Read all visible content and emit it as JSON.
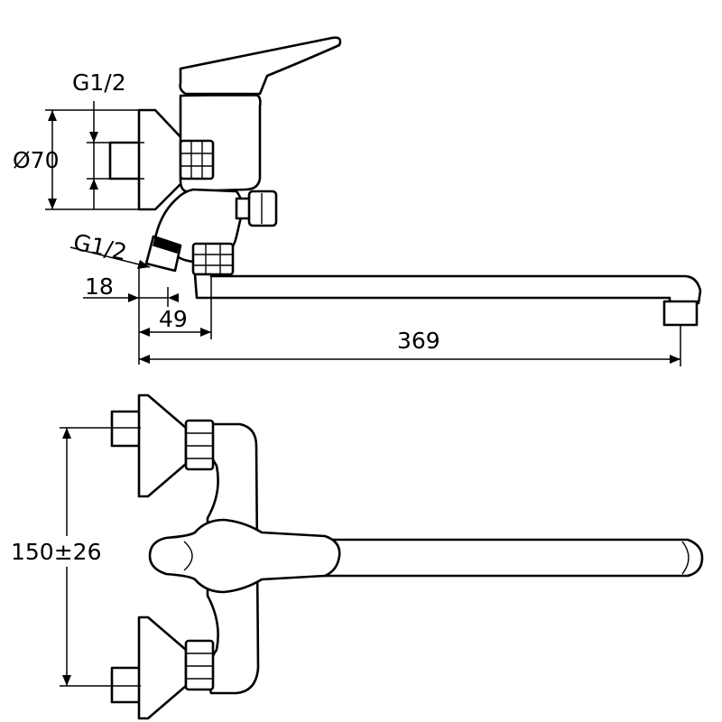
{
  "dimensions": {
    "thread_inlet": "G1/2",
    "diameter_rosette": "Ø70",
    "thread_outlet": "G1/2",
    "offset_small": "18",
    "offset_spout_base": "49",
    "spout_reach": "369",
    "inlet_spacing": "150±26"
  }
}
